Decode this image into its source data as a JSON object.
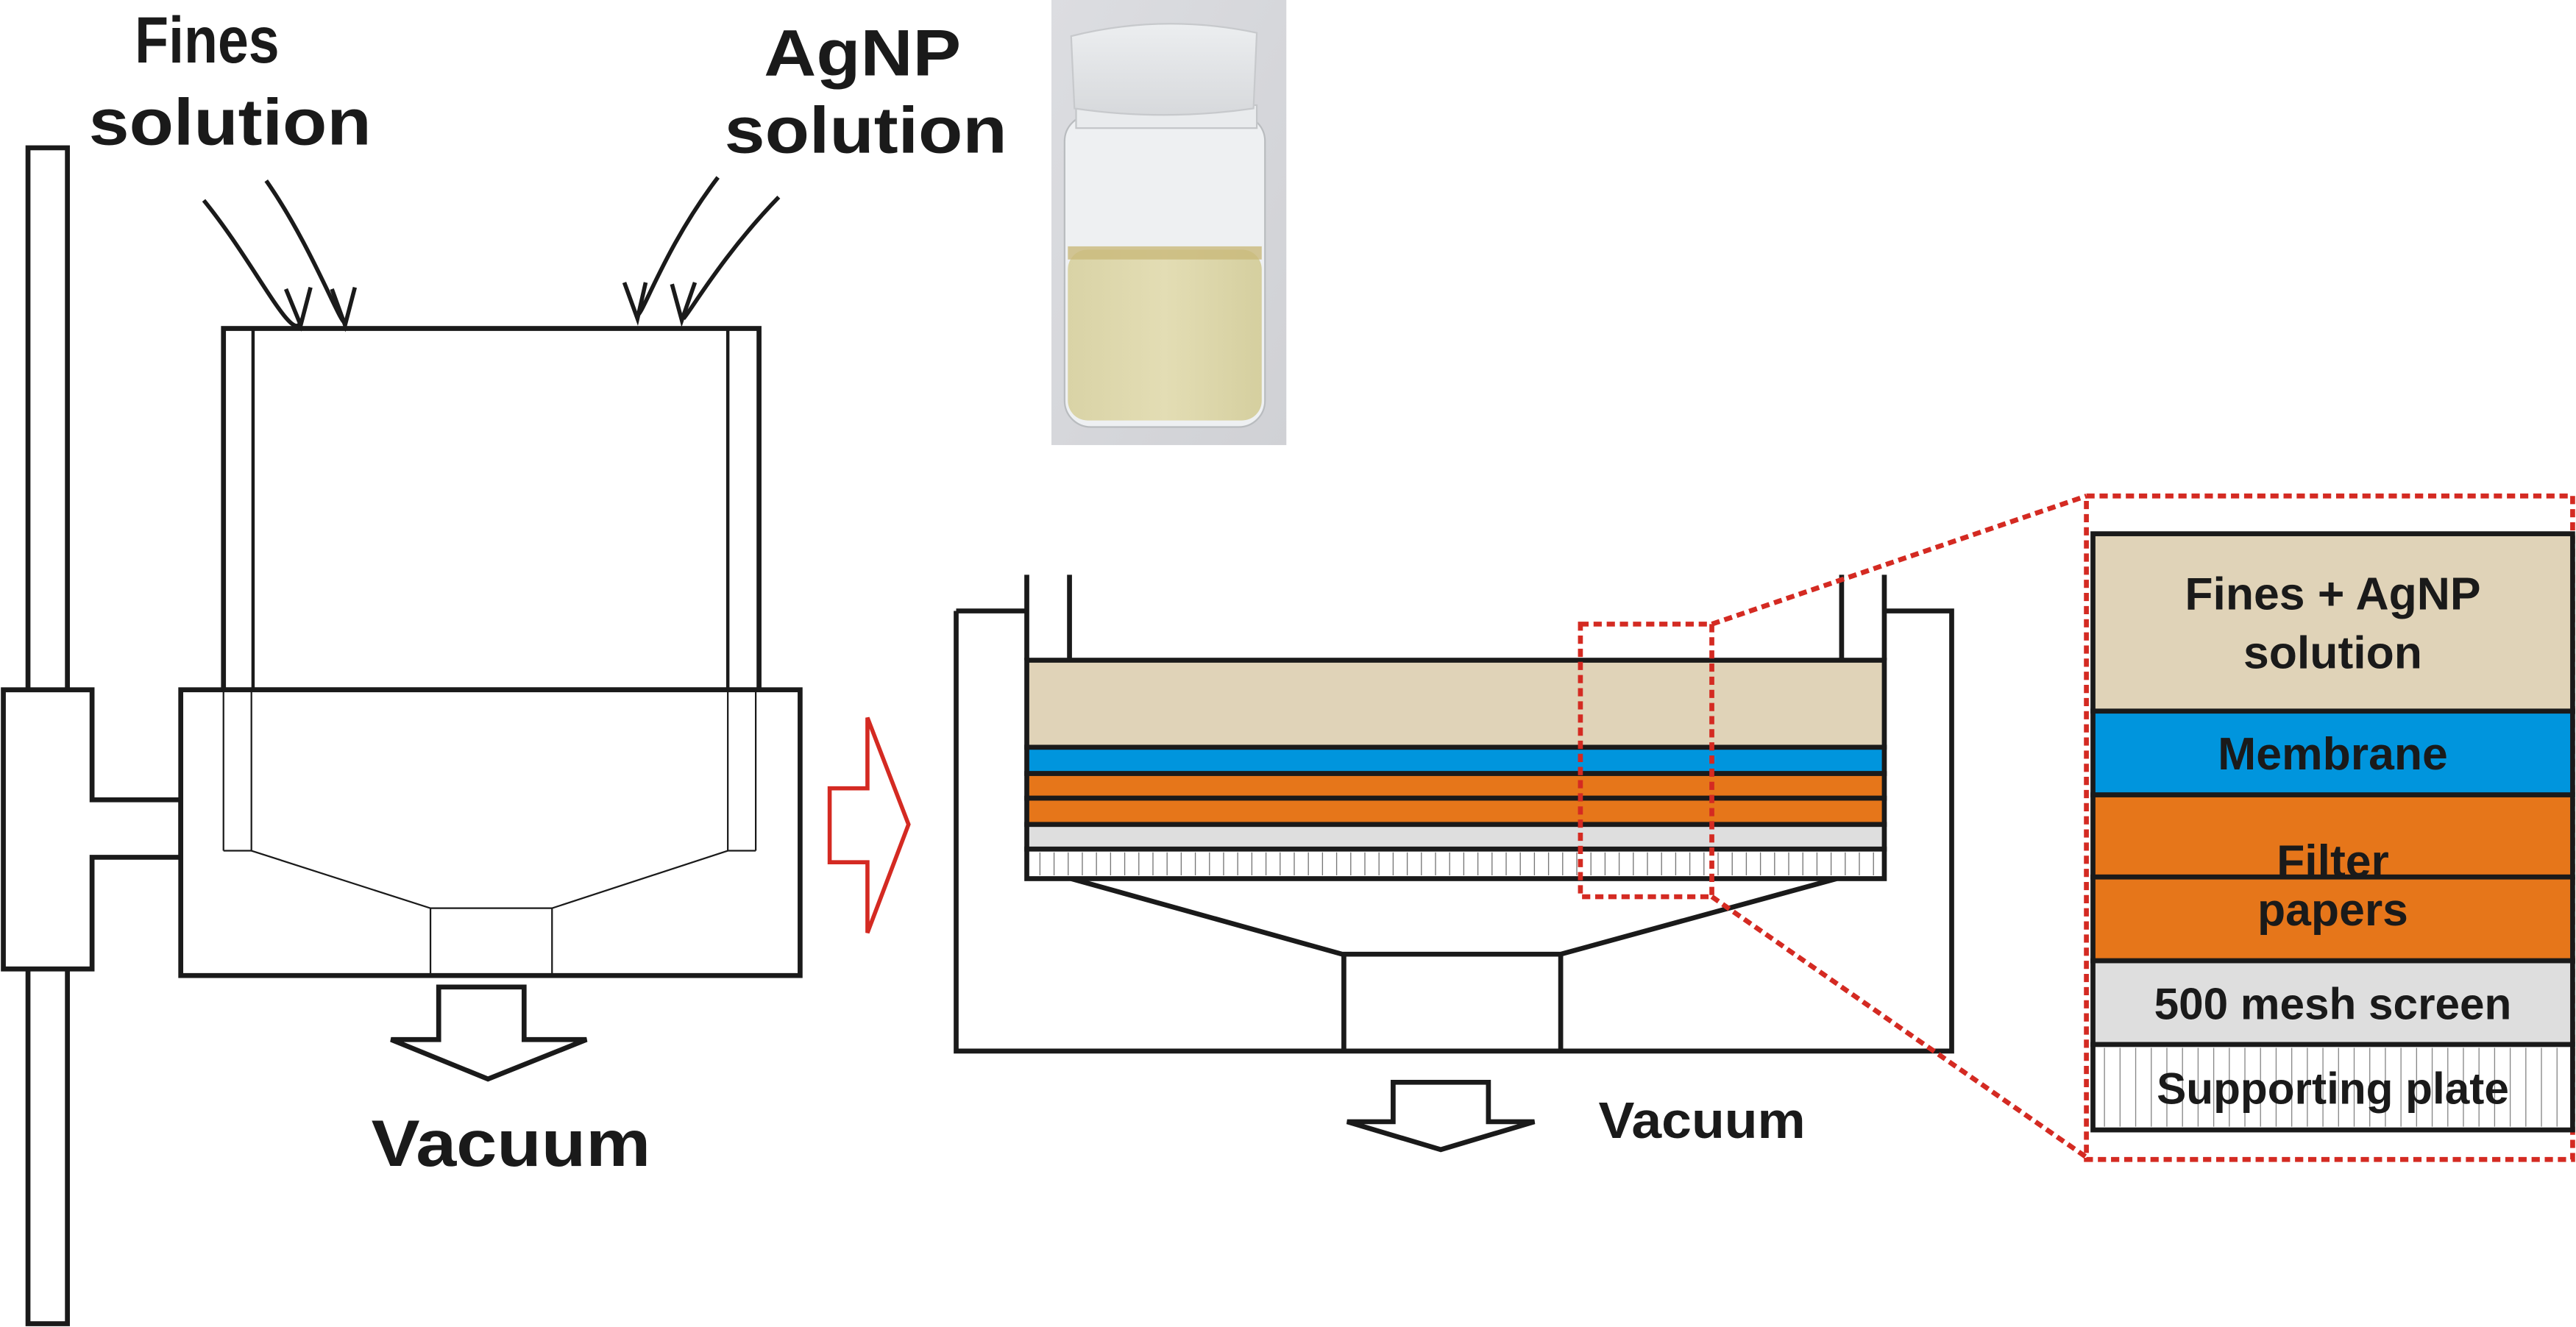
{
  "labels": {
    "fines_solution_line1": "Fines",
    "fines_solution_line2": "solution",
    "agnp_solution_line1": "AgNP",
    "agnp_solution_line2": "solution",
    "vacuum_left": "Vacuum",
    "vacuum_right": "Vacuum"
  },
  "photo": {
    "description": "vial of AgNP solution"
  },
  "layers": [
    {
      "name": "fines-agnp-solution",
      "lines": [
        "Fines + AgNP",
        "solution"
      ],
      "color": "#e0d3b8"
    },
    {
      "name": "membrane",
      "lines": [
        "Membrane"
      ],
      "color": "#0095dd"
    },
    {
      "name": "filter-paper-1",
      "lines": [
        "Filter"
      ],
      "color": "#e6761a"
    },
    {
      "name": "filter-paper-2",
      "lines": [
        "papers"
      ],
      "color": "#e6761a"
    },
    {
      "name": "mesh-screen",
      "lines": [
        "500 mesh screen"
      ],
      "color": "#dedede"
    },
    {
      "name": "supporting-plate",
      "lines": [
        "Supporting plate"
      ],
      "color": "#ffffff"
    }
  ],
  "colors": {
    "line": "#1a1a1a",
    "highlight": "#d42a22",
    "transition_arrow": "#d42a22"
  }
}
